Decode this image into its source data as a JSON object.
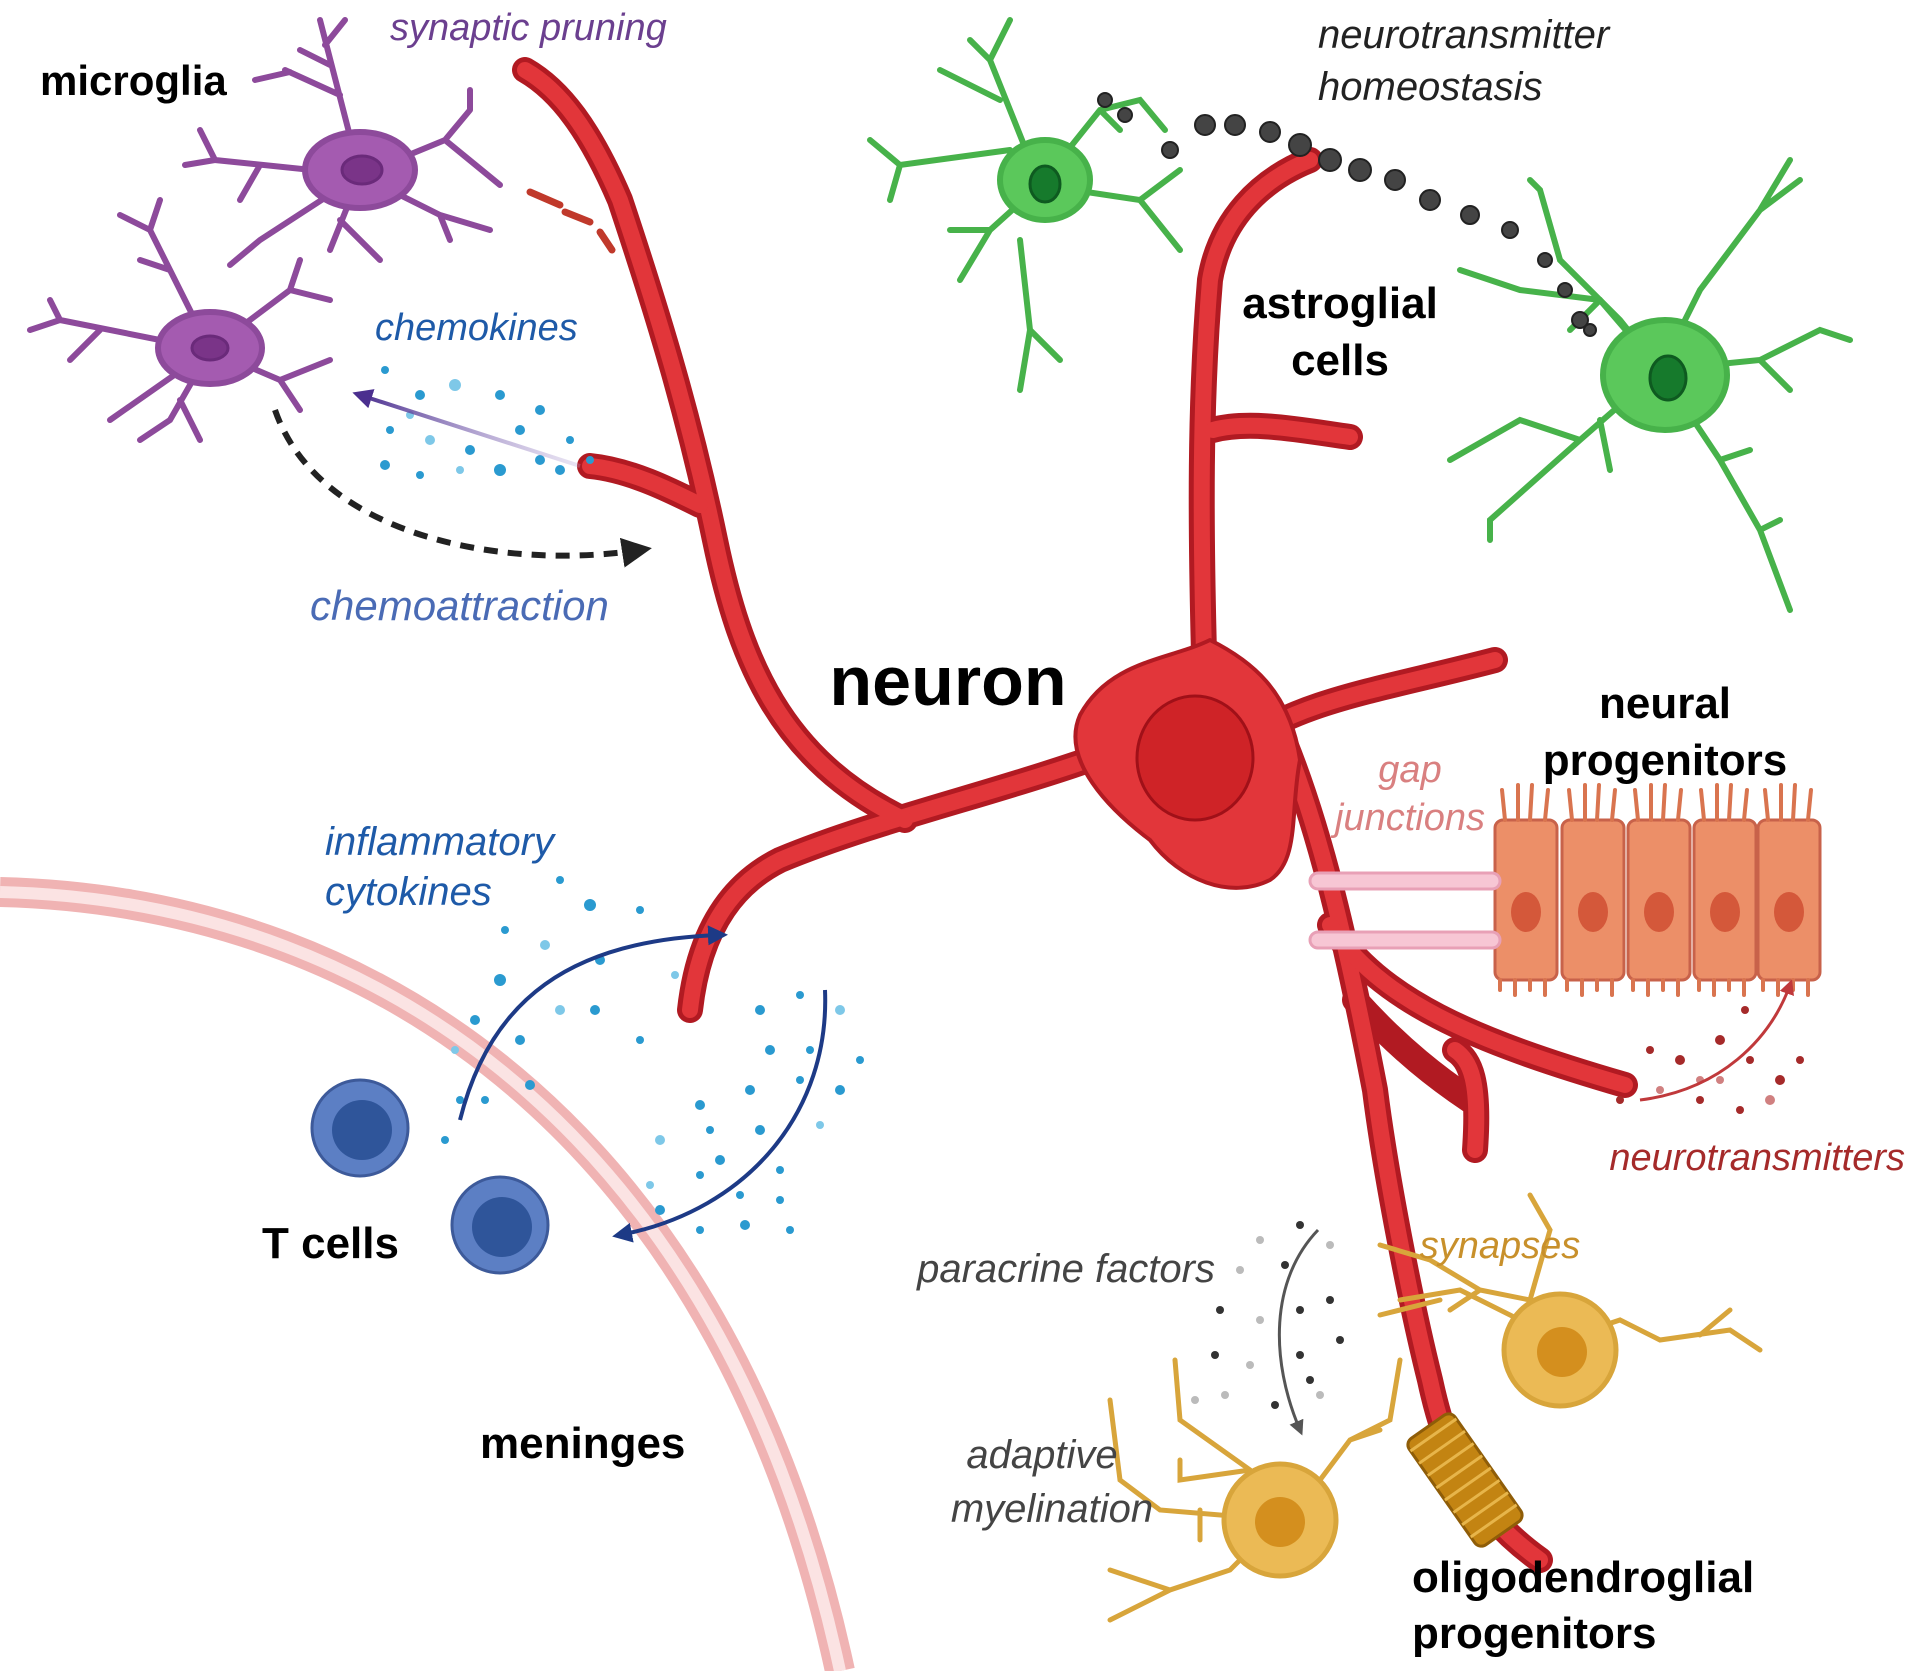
{
  "labels": {
    "microglia": "microglia",
    "synaptic_pruning": "synaptic pruning",
    "chemokines": "chemokines",
    "chemoattraction": "chemoattraction",
    "neurotransmitter_line1": "neurotransmitter",
    "neurotransmitter_line2": "homeostasis",
    "astroglial_line1": "astroglial",
    "astroglial_line2": "cells",
    "neuron": "neuron",
    "neural_line1": "neural",
    "neural_line2": "progenitors",
    "gap_line1": "gap",
    "gap_line2": "junctions",
    "inflammatory_line1": "inflammatory",
    "inflammatory_line2": "cytokines",
    "t_cells": "T cells",
    "meninges": "meninges",
    "neurotransmitters": "neurotransmitters",
    "synapses": "synapses",
    "paracrine_factors": "paracrine factors",
    "adaptive_line1": "adaptive",
    "adaptive_line2": "myelination",
    "oligo_line1": "oligodendroglial",
    "oligo_line2": "progenitors"
  },
  "colors": {
    "neuron": "#e2363a",
    "neuron_dark": "#b11a22",
    "microglia": "#a45bb0",
    "astrocyte": "#5bc85b",
    "progenitor": "#ec8f68",
    "oligo": "#ebba55",
    "tcell": "#4b6fb5",
    "meninges": "#f4c8c8",
    "chemokine_dot": "#2a9ad0",
    "text_black": "#000000",
    "text_purple": "#6b3f8f",
    "text_blue": "#1e5aa8",
    "text_red": "#a52a2a",
    "text_pink": "#d98080",
    "text_gold": "#c8902b",
    "text_gray": "#444444"
  }
}
